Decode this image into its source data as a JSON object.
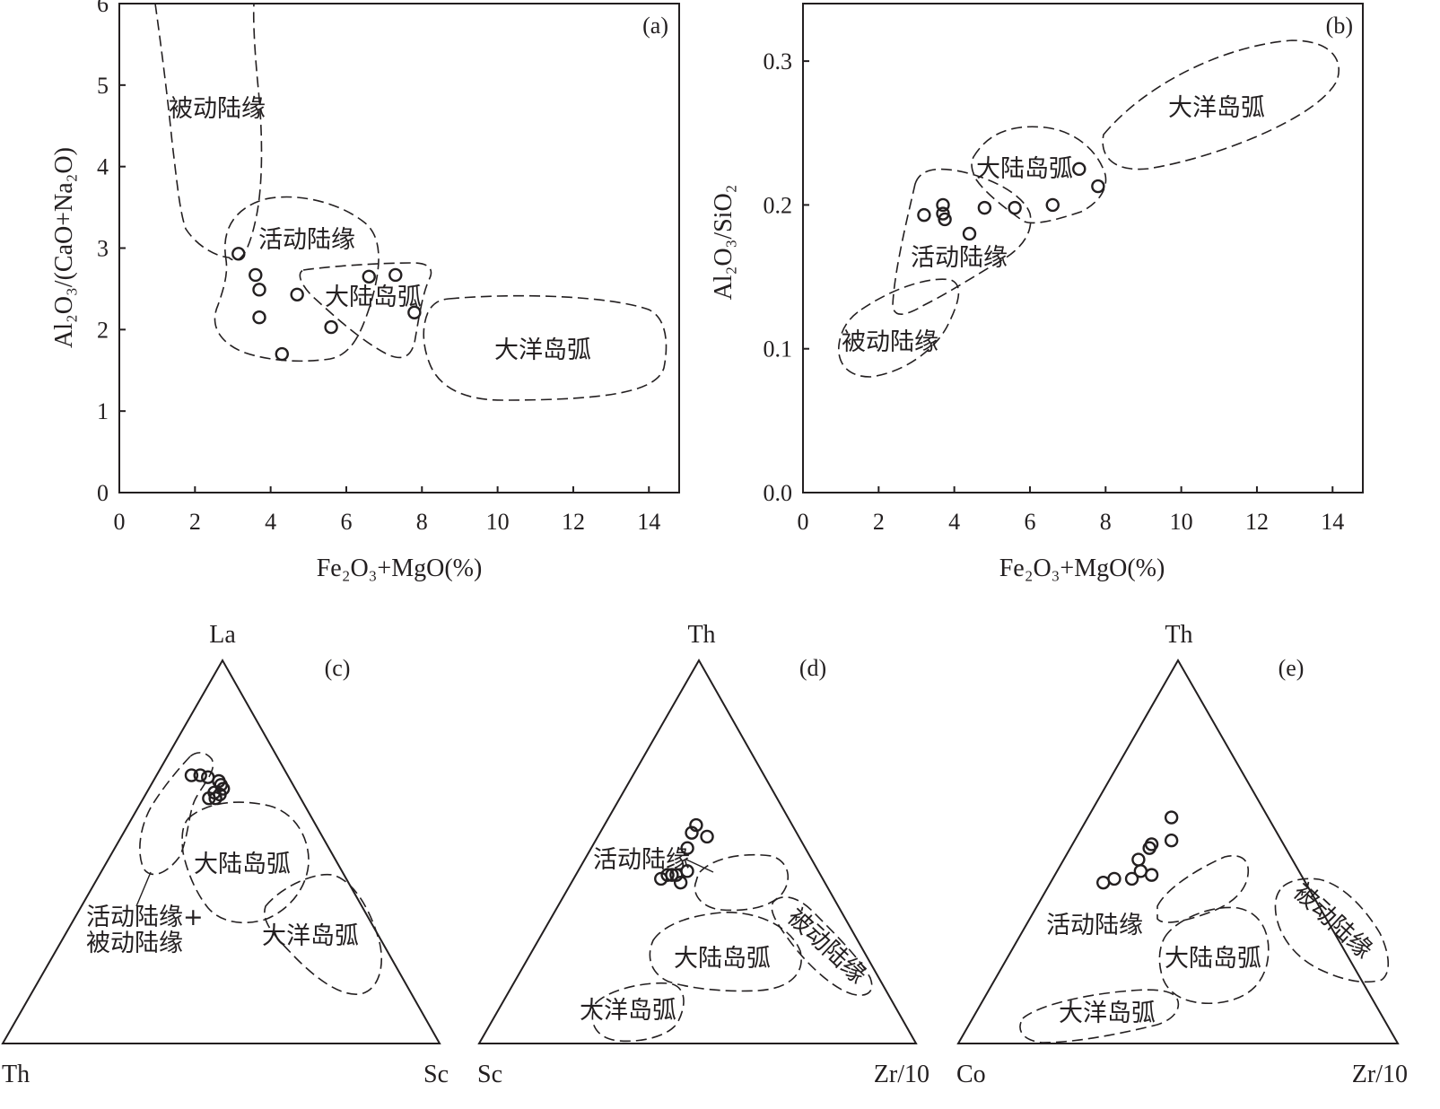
{
  "chart_data": [
    {
      "id": "a",
      "type": "scatter",
      "panel_label": "(a)",
      "xlabel": "Fe₂O₃+MgO(%)",
      "ylabel": "Al₂O₃/(CaO+Na₂O)",
      "xlim": [
        0,
        14.8
      ],
      "ylim": [
        0,
        6
      ],
      "xticks": [
        "0",
        "2",
        "4",
        "6",
        "8",
        "10",
        "12",
        "14"
      ],
      "yticks": [
        "0",
        "1",
        "2",
        "3",
        "4",
        "5",
        "6"
      ],
      "fields": [
        "被动陆缘",
        "活动陆缘",
        "大陆岛弧",
        "大洋岛弧"
      ],
      "points": [
        {
          "x": 3.15,
          "y": 2.93
        },
        {
          "x": 3.6,
          "y": 2.67
        },
        {
          "x": 3.7,
          "y": 2.49
        },
        {
          "x": 3.7,
          "y": 2.15
        },
        {
          "x": 4.3,
          "y": 1.7
        },
        {
          "x": 4.7,
          "y": 2.43
        },
        {
          "x": 5.6,
          "y": 2.03
        },
        {
          "x": 6.6,
          "y": 2.65
        },
        {
          "x": 7.3,
          "y": 2.67
        },
        {
          "x": 7.8,
          "y": 2.21
        }
      ]
    },
    {
      "id": "b",
      "type": "scatter",
      "panel_label": "(b)",
      "xlabel": "Fe₂O₃+MgO(%)",
      "ylabel": "Al₂O₃/SiO₂",
      "xlim": [
        0,
        14.8
      ],
      "ylim": [
        0,
        0.34
      ],
      "xticks": [
        "0",
        "2",
        "4",
        "6",
        "8",
        "10",
        "12",
        "14"
      ],
      "yticks": [
        "0.0",
        "0.1",
        "0.2",
        "0.3"
      ],
      "fields": [
        "大洋岛弧",
        "大陆岛弧",
        "活动陆缘",
        "被动陆缘"
      ],
      "points": [
        {
          "x": 3.2,
          "y": 0.193
        },
        {
          "x": 3.7,
          "y": 0.2
        },
        {
          "x": 3.7,
          "y": 0.194
        },
        {
          "x": 3.75,
          "y": 0.19
        },
        {
          "x": 4.4,
          "y": 0.18
        },
        {
          "x": 4.8,
          "y": 0.198
        },
        {
          "x": 5.6,
          "y": 0.198
        },
        {
          "x": 6.6,
          "y": 0.2
        },
        {
          "x": 7.3,
          "y": 0.225
        },
        {
          "x": 7.8,
          "y": 0.213
        }
      ]
    },
    {
      "id": "c",
      "type": "ternary",
      "panel_label": "(c)",
      "apices": {
        "top": "La",
        "left": "Th",
        "right": "Sc"
      },
      "fields": [
        "大陆岛弧",
        "大洋岛弧",
        "活动陆缘+",
        "被动陆缘"
      ],
      "points": [
        {
          "top": 0.7,
          "right": 0.08
        },
        {
          "top": 0.7,
          "right": 0.1
        },
        {
          "top": 0.695,
          "right": 0.12
        },
        {
          "top": 0.685,
          "right": 0.15
        },
        {
          "top": 0.675,
          "right": 0.16
        },
        {
          "top": 0.665,
          "right": 0.17
        },
        {
          "top": 0.655,
          "right": 0.155
        },
        {
          "top": 0.65,
          "right": 0.17
        },
        {
          "top": 0.64,
          "right": 0.15
        },
        {
          "top": 0.64,
          "right": 0.165
        }
      ]
    },
    {
      "id": "d",
      "type": "ternary",
      "panel_label": "(d)",
      "apices": {
        "top": "Th",
        "left": "Sc",
        "right": "Zr/10"
      },
      "fields": [
        "活动陆缘",
        "被动陆缘",
        "大陆岛弧",
        "大洋岛弧"
      ],
      "points": [
        {
          "top": 0.57,
          "right": 0.21
        },
        {
          "top": 0.55,
          "right": 0.21
        },
        {
          "top": 0.54,
          "right": 0.25
        },
        {
          "top": 0.51,
          "right": 0.22
        },
        {
          "top": 0.45,
          "right": 0.25
        },
        {
          "top": 0.44,
          "right": 0.23
        },
        {
          "top": 0.44,
          "right": 0.22
        },
        {
          "top": 0.44,
          "right": 0.21
        },
        {
          "top": 0.43,
          "right": 0.2
        },
        {
          "top": 0.42,
          "right": 0.25
        }
      ]
    },
    {
      "id": "e",
      "type": "ternary",
      "panel_label": "(e)",
      "apices": {
        "top": "Th",
        "left": "Co",
        "right": "Zr/10"
      },
      "fields": [
        "活动陆缘",
        "被动陆缘",
        "大陆岛弧",
        "大洋岛弧"
      ],
      "points": [
        {
          "top": 0.59,
          "right": 0.19
        },
        {
          "top": 0.53,
          "right": 0.22
        },
        {
          "top": 0.52,
          "right": 0.18
        },
        {
          "top": 0.51,
          "right": 0.18
        },
        {
          "top": 0.48,
          "right": 0.17
        },
        {
          "top": 0.45,
          "right": 0.19
        },
        {
          "top": 0.44,
          "right": 0.22
        },
        {
          "top": 0.43,
          "right": 0.14
        },
        {
          "top": 0.43,
          "right": 0.18
        },
        {
          "top": 0.42,
          "right": 0.12
        }
      ]
    }
  ]
}
